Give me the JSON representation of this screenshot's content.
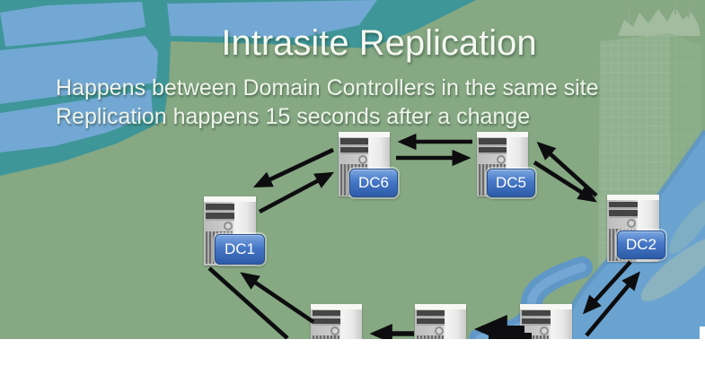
{
  "slide": {
    "title": "Intrasite Replication",
    "subtitle_line1": "Happens between Domain Controllers in the same site",
    "subtitle_line2": "Replication happens 15 seconds after a change"
  },
  "diagram": {
    "nodes": [
      {
        "id": "dc6",
        "label": "DC6"
      },
      {
        "id": "dc5",
        "label": "DC5"
      },
      {
        "id": "dc1",
        "label": "DC1"
      },
      {
        "id": "dc2",
        "label": "DC2"
      },
      {
        "id": "bottom-left-server",
        "label": ""
      },
      {
        "id": "bottom-middle-server",
        "label": ""
      },
      {
        "id": "bottom-right-server",
        "label": ""
      }
    ],
    "connections": [
      "DC1 <-> DC6",
      "DC6 <-> DC5",
      "DC5 <-> DC2",
      "DC2 <-> bottom-right-server",
      "bottom-right-server <-> bottom-middle-server",
      "bottom-middle-server <-> bottom-left-server",
      "bottom-left-server <-> DC1"
    ],
    "replication_interval": "15 seconds"
  },
  "colors": {
    "land_green": "#86a883",
    "map_teal": "#3e9698",
    "field_blue": "#72a8d3",
    "water_blue": "#6ba3d0",
    "river_blue": "#5f97c7",
    "arrow_black": "#0d0d0f",
    "label_blue": "#3a6bba",
    "text_white": "#f4f8f0"
  }
}
